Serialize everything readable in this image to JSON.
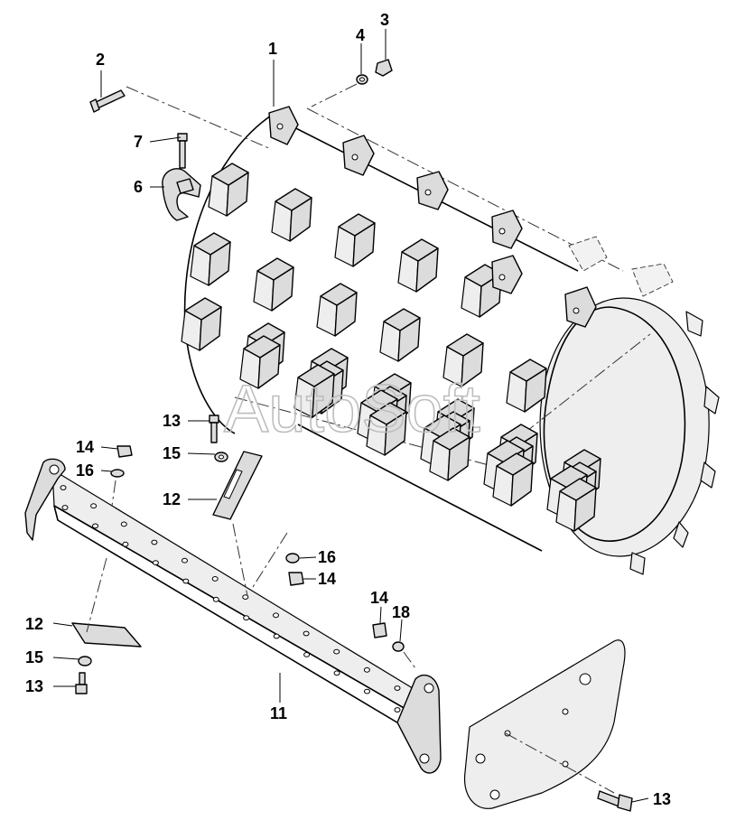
{
  "watermark": "AutoSoft",
  "callouts": [
    {
      "id": "c1",
      "label": "1"
    },
    {
      "id": "c2",
      "label": "2"
    },
    {
      "id": "c3",
      "label": "3"
    },
    {
      "id": "c4",
      "label": "4"
    },
    {
      "id": "c6",
      "label": "6"
    },
    {
      "id": "c7",
      "label": "7"
    },
    {
      "id": "c11",
      "label": "11"
    },
    {
      "id": "c12a",
      "label": "12"
    },
    {
      "id": "c12b",
      "label": "12"
    },
    {
      "id": "c13a",
      "label": "13"
    },
    {
      "id": "c13b",
      "label": "13"
    },
    {
      "id": "c13c",
      "label": "13"
    },
    {
      "id": "c14a",
      "label": "14"
    },
    {
      "id": "c14b",
      "label": "14"
    },
    {
      "id": "c14c",
      "label": "14"
    },
    {
      "id": "c15a",
      "label": "15"
    },
    {
      "id": "c15b",
      "label": "15"
    },
    {
      "id": "c16a",
      "label": "16"
    },
    {
      "id": "c16b",
      "label": "16"
    },
    {
      "id": "c18",
      "label": "18"
    }
  ]
}
